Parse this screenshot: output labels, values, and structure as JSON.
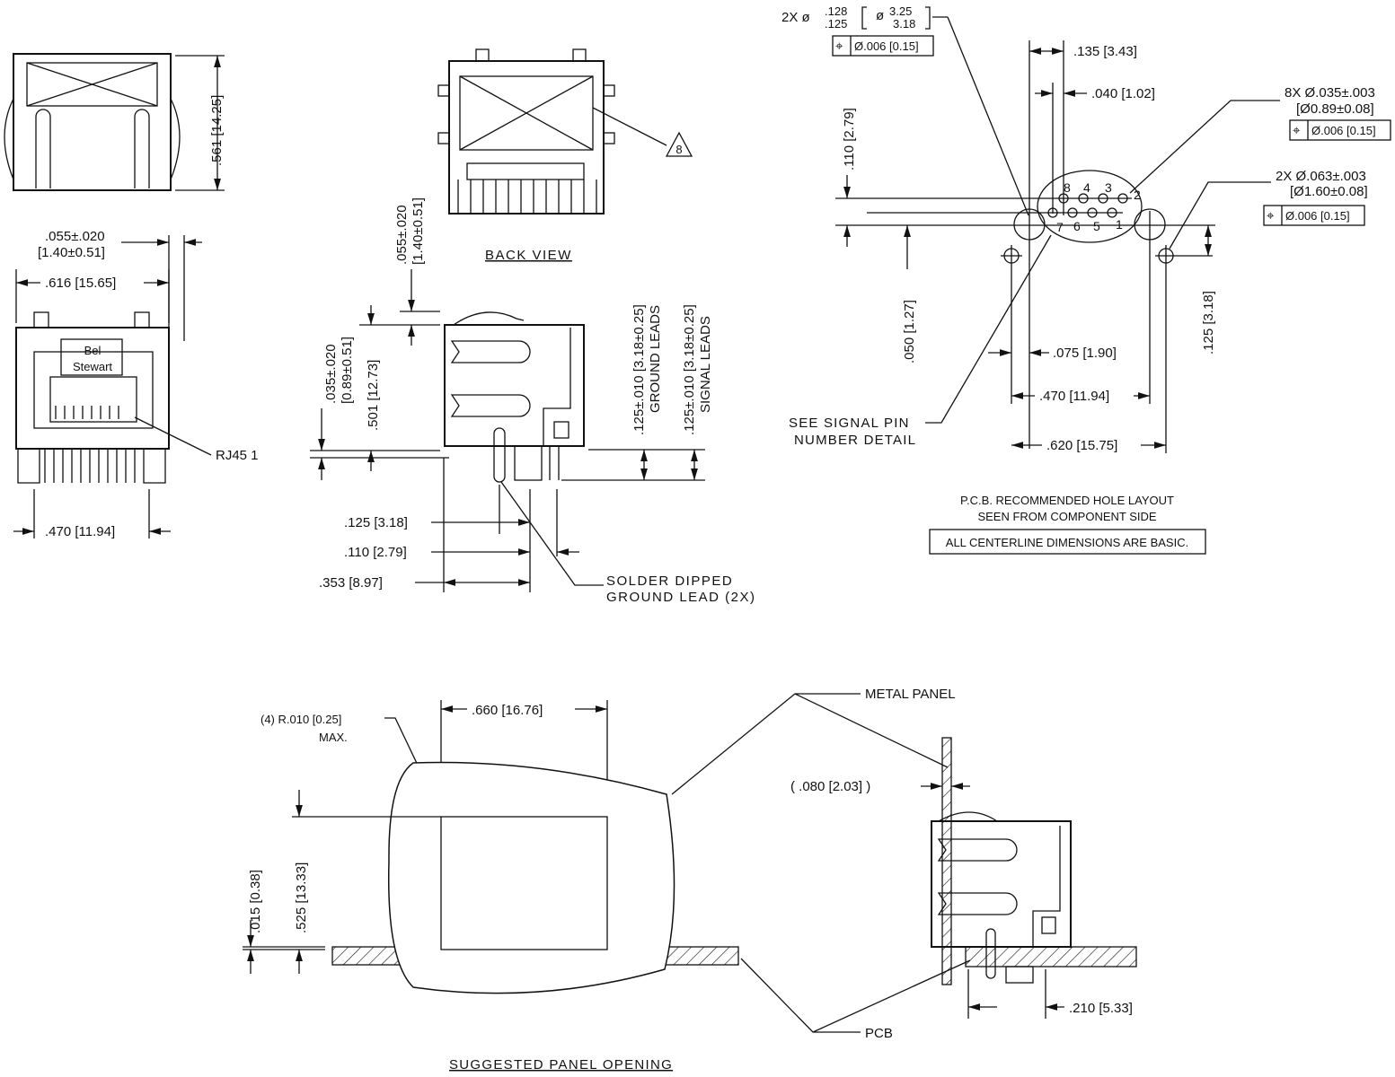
{
  "front_view": {
    "height_dim": ".561 [14.25]",
    "tab_dim_in": ".055±.020",
    "tab_dim_mm": "[1.40±0.51]",
    "width_dim": ".616 [15.65]",
    "brand_line1": "Bel",
    "brand_line2": "Stewart",
    "port_label": "RJ45 1",
    "lead_span_dim": ".470 [11.94]"
  },
  "back_view": {
    "title": "BACK VIEW",
    "note_flag": "8"
  },
  "side_view": {
    "tab_dim_in": ".055±.020",
    "tab_dim_mm": "[1.40±0.51]",
    "standoff_in": ".035±.020",
    "standoff_mm": "[0.89±0.51]",
    "height_dim": ".501 [12.73]",
    "ground_dim": ".125±.010 [3.18±0.25]",
    "ground_label": "GROUND LEADS",
    "signal_dim": ".125±.010 [3.18±0.25]",
    "signal_label": "SIGNAL LEADS",
    "dim_125": ".125 [3.18]",
    "dim_110": ".110 [2.79]",
    "dim_353": ".353 [8.97]",
    "solder_note1": "SOLDER DIPPED",
    "solder_note2": "GROUND LEAD (2X)"
  },
  "pcb_layout": {
    "mount_hole_prefix": "2X ø",
    "mount_hole_max": ".128",
    "mount_hole_min": ".125",
    "mount_hole_mm_max": "3.25",
    "mount_hole_mm_min": "3.18",
    "tolerance_frame": "Ø.006 [0.15]",
    "position_symbol": "⌖",
    "dim_135": ".135 [3.43]",
    "dim_040": ".040 [1.02]",
    "signal_hole_in": "8X  Ø.035±.003",
    "signal_hole_mm": "[Ø0.89±0.08]",
    "ground_hole_in": "2X  Ø.063±.003",
    "ground_hole_mm": "[Ø1.60±0.08]",
    "dim_110": ".110 [2.79]",
    "dim_050": ".050 [1.27]",
    "dim_125": ".125 [3.18]",
    "dim_075": ".075 [1.90]",
    "dim_470": ".470 [11.94]",
    "dim_620": ".620 [15.75]",
    "see_note1": "SEE SIGNAL PIN",
    "see_note2": "NUMBER DETAIL",
    "pins": [
      "8",
      "4",
      "3",
      "2",
      "7",
      "6",
      "5",
      "1"
    ],
    "title1": "P.C.B. RECOMMENDED HOLE LAYOUT",
    "title2": "SEEN FROM COMPONENT SIDE",
    "basic_note": "ALL CENTERLINE DIMENSIONS ARE BASIC."
  },
  "panel": {
    "radius_note": "(4) R.010 [0.25]",
    "radius_max": "MAX.",
    "width_dim": ".660 [16.76]",
    "dim_015": ".015 [0.38]",
    "dim_525": ".525 [13.33]",
    "title": "SUGGESTED PANEL OPENING",
    "metal_panel": "METAL PANEL",
    "panel_thk": "( .080 [2.03] )",
    "pcb": "PCB",
    "dim_210": ".210 [5.33]"
  }
}
